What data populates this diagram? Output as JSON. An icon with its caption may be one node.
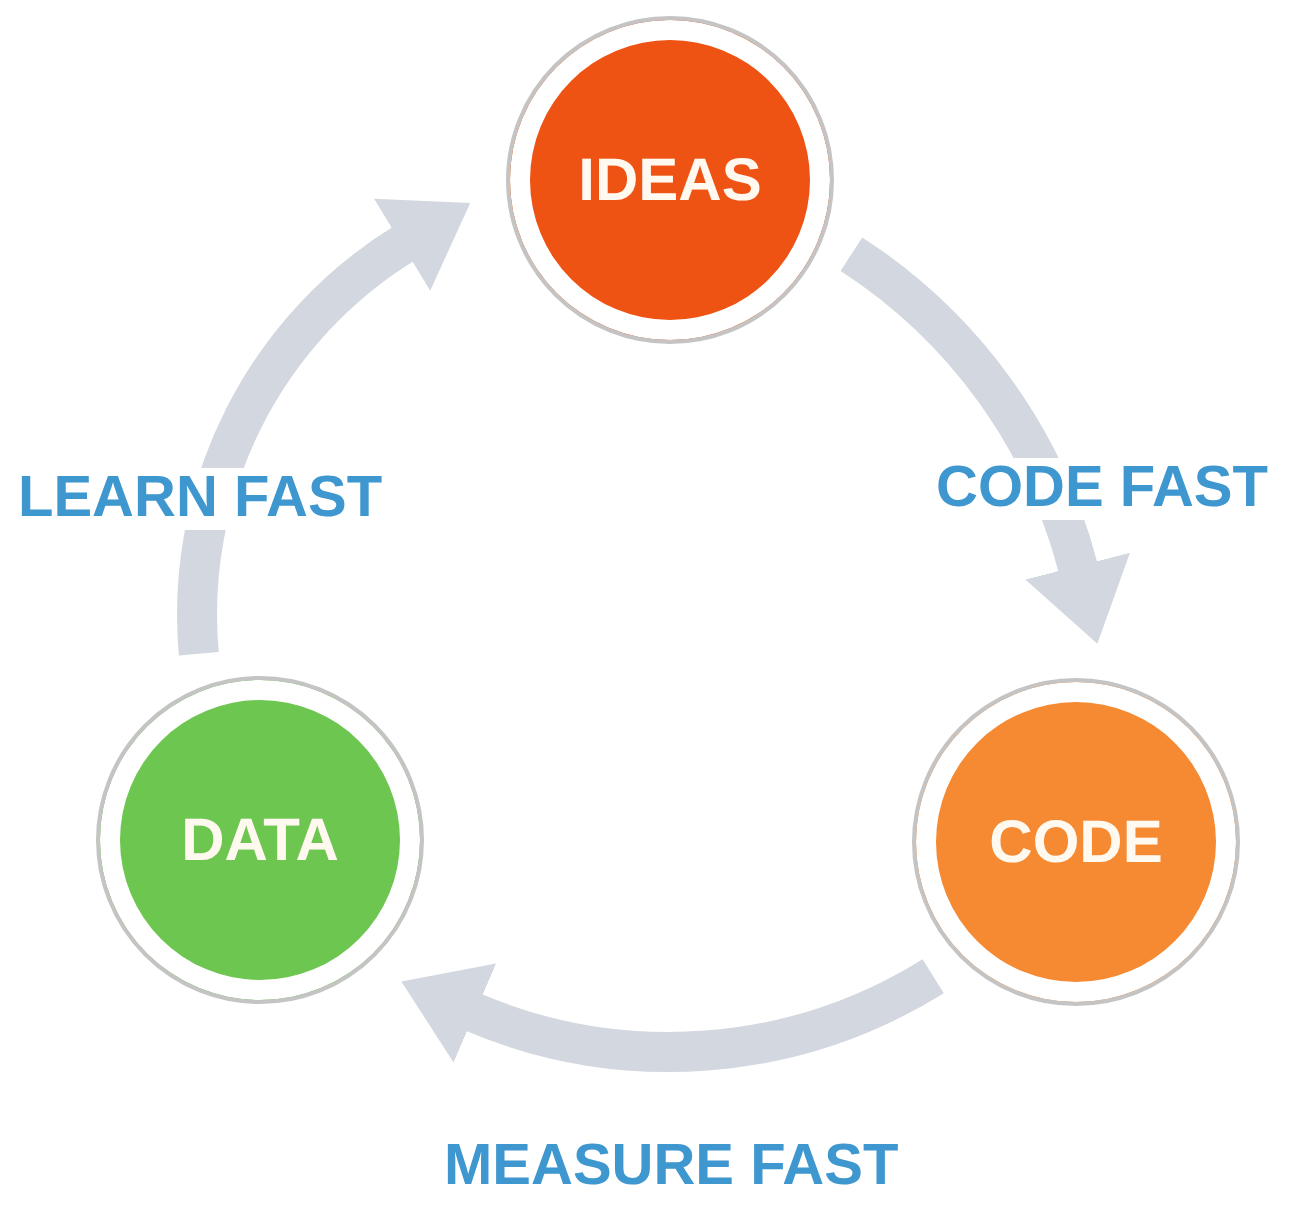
{
  "diagram": {
    "nodes": [
      {
        "text": [
          "IDEAS"
        ]
      },
      {
        "text": [
          "DATA"
        ]
      },
      {
        "text": [
          "CODE"
        ]
      }
    ],
    "edges": [
      {
        "from": 0,
        "to": 2,
        "arrow": "to",
        "label": "CODE FAST"
      },
      {
        "from": 2,
        "to": 1,
        "arrow": "to",
        "label": "MEASURE FAST"
      },
      {
        "from": 1,
        "to": 0,
        "arrow": "to",
        "label": "LEARN FAST"
      }
    ]
  }
}
